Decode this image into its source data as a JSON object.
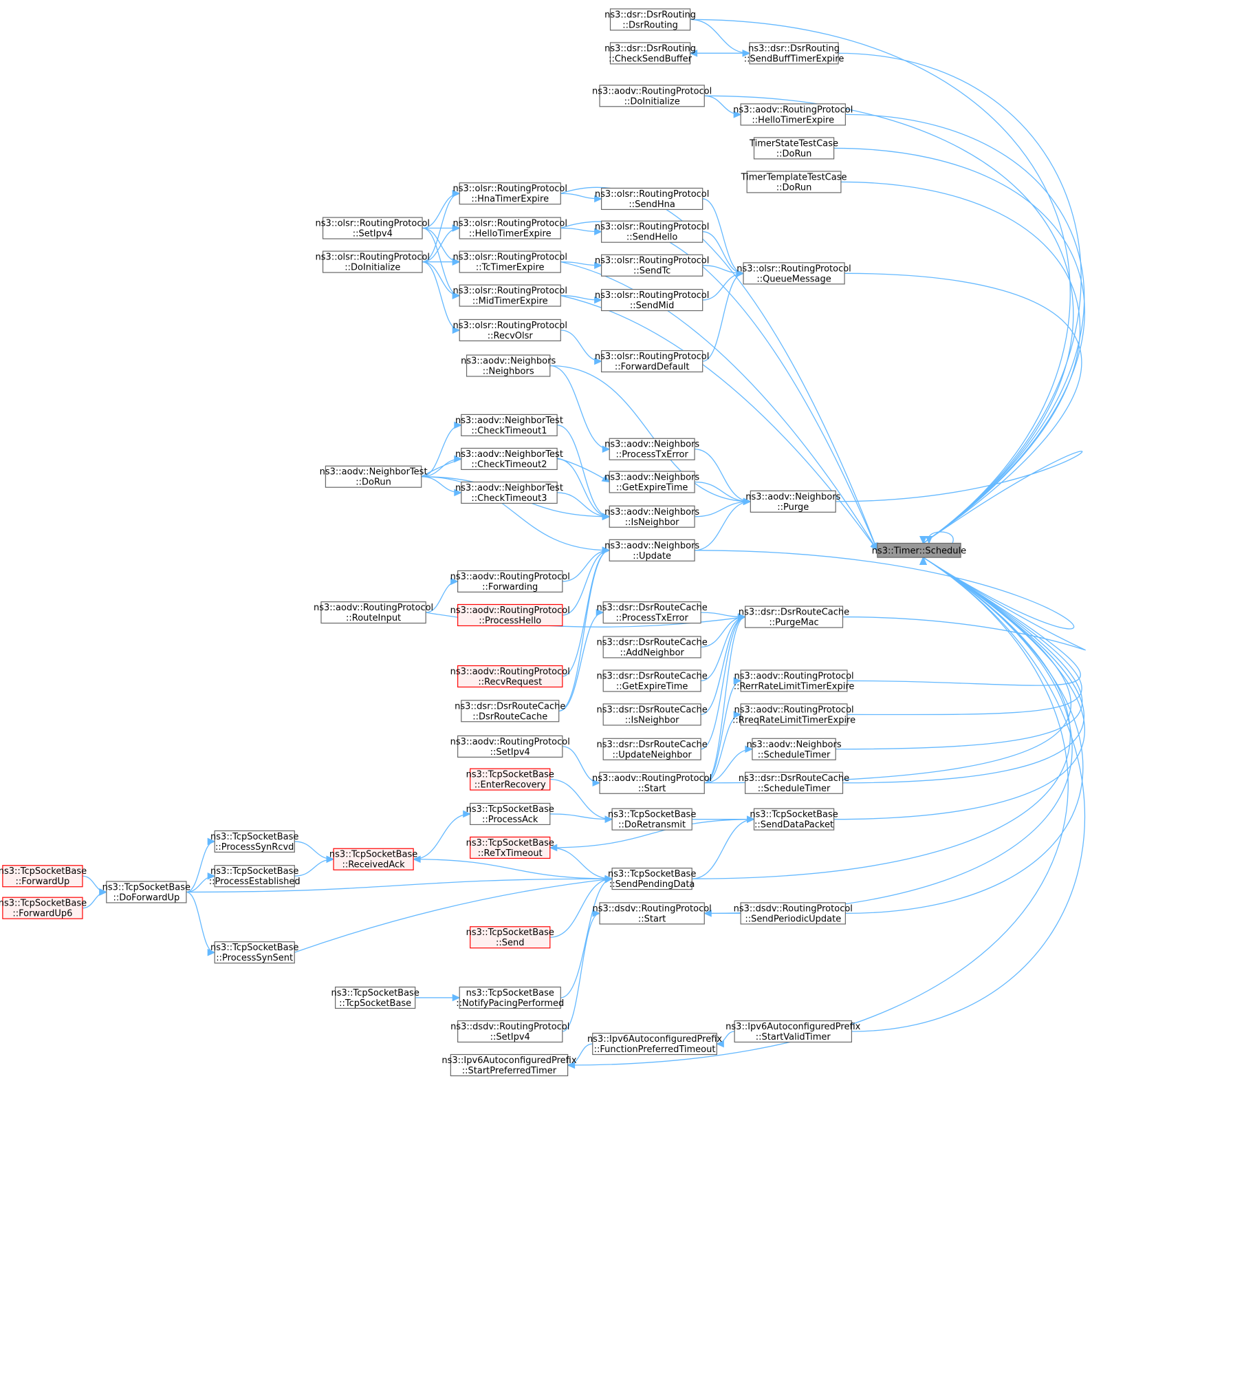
{
  "diagram": {
    "accent_color": "#63b8ff",
    "nodes": [
      {
        "id": "root",
        "lines": [
          "ns3::Timer::Schedule"
        ]
      },
      {
        "id": "dsr_ctor",
        "lines": [
          "ns3::dsr::DsrRouting",
          "::DsrRouting"
        ]
      },
      {
        "id": "dsr_checksend",
        "lines": [
          "ns3::dsr::DsrRouting",
          "::CheckSendBuffer"
        ]
      },
      {
        "id": "dsr_sendbuff",
        "lines": [
          "ns3::dsr::DsrRouting",
          "::SendBuffTimerExpire"
        ]
      },
      {
        "id": "aodv_doinit",
        "lines": [
          "ns3::aodv::RoutingProtocol",
          "::DoInitialize"
        ]
      },
      {
        "id": "aodv_hello",
        "lines": [
          "ns3::aodv::RoutingProtocol",
          "::HelloTimerExpire"
        ]
      },
      {
        "id": "timerstate",
        "lines": [
          "TimerStateTestCase",
          "::DoRun"
        ]
      },
      {
        "id": "timertemplate",
        "lines": [
          "TimerTemplateTestCase",
          "::DoRun"
        ]
      },
      {
        "id": "olsr_setipv4",
        "lines": [
          "ns3::olsr::RoutingProtocol",
          "::SetIpv4"
        ]
      },
      {
        "id": "olsr_doinit",
        "lines": [
          "ns3::olsr::RoutingProtocol",
          "::DoInitialize"
        ]
      },
      {
        "id": "olsr_hna",
        "lines": [
          "ns3::olsr::RoutingProtocol",
          "::HnaTimerExpire"
        ]
      },
      {
        "id": "olsr_hello",
        "lines": [
          "ns3::olsr::RoutingProtocol",
          "::HelloTimerExpire"
        ]
      },
      {
        "id": "olsr_tc",
        "lines": [
          "ns3::olsr::RoutingProtocol",
          "::TcTimerExpire"
        ]
      },
      {
        "id": "olsr_mid",
        "lines": [
          "ns3::olsr::RoutingProtocol",
          "::MidTimerExpire"
        ]
      },
      {
        "id": "olsr_recv",
        "lines": [
          "ns3::olsr::RoutingProtocol",
          "::RecvOlsr"
        ]
      },
      {
        "id": "olsr_sendhna",
        "lines": [
          "ns3::olsr::RoutingProtocol",
          "::SendHna"
        ]
      },
      {
        "id": "olsr_sendhello",
        "lines": [
          "ns3::olsr::RoutingProtocol",
          "::SendHello"
        ]
      },
      {
        "id": "olsr_sendtc",
        "lines": [
          "ns3::olsr::RoutingProtocol",
          "::SendTc"
        ]
      },
      {
        "id": "olsr_sendmid",
        "lines": [
          "ns3::olsr::RoutingProtocol",
          "::SendMid"
        ]
      },
      {
        "id": "olsr_fwd",
        "lines": [
          "ns3::olsr::RoutingProtocol",
          "::ForwardDefault"
        ]
      },
      {
        "id": "olsr_queue",
        "lines": [
          "ns3::olsr::RoutingProtocol",
          "::QueueMessage"
        ]
      },
      {
        "id": "nb_ctor",
        "lines": [
          "ns3::aodv::Neighbors",
          "::Neighbors"
        ]
      },
      {
        "id": "nt_ct1",
        "lines": [
          "ns3::aodv::NeighborTest",
          "::CheckTimeout1"
        ]
      },
      {
        "id": "nt_ct2",
        "lines": [
          "ns3::aodv::NeighborTest",
          "::CheckTimeout2"
        ]
      },
      {
        "id": "nt_ct3",
        "lines": [
          "ns3::aodv::NeighborTest",
          "::CheckTimeout3"
        ]
      },
      {
        "id": "nt_dorun",
        "lines": [
          "ns3::aodv::NeighborTest",
          "::DoRun"
        ]
      },
      {
        "id": "nb_ptx",
        "lines": [
          "ns3::aodv::Neighbors",
          "::ProcessTxError"
        ]
      },
      {
        "id": "nb_gexp",
        "lines": [
          "ns3::aodv::Neighbors",
          "::GetExpireTime"
        ]
      },
      {
        "id": "nb_isnb",
        "lines": [
          "ns3::aodv::Neighbors",
          "::IsNeighbor"
        ]
      },
      {
        "id": "nb_update",
        "lines": [
          "ns3::aodv::Neighbors",
          "::Update"
        ]
      },
      {
        "id": "nb_purge",
        "lines": [
          "ns3::aodv::Neighbors",
          "::Purge"
        ]
      },
      {
        "id": "aodv_fwd",
        "lines": [
          "ns3::aodv::RoutingProtocol",
          "::Forwarding"
        ]
      },
      {
        "id": "aodv_routeinput",
        "lines": [
          "ns3::aodv::RoutingProtocol",
          "::RouteInput"
        ]
      },
      {
        "id": "aodv_prochello",
        "lines": [
          "ns3::aodv::RoutingProtocol",
          "::ProcessHello"
        ],
        "style": "red"
      },
      {
        "id": "aodv_recvreq",
        "lines": [
          "ns3::aodv::RoutingProtocol",
          "::RecvRequest"
        ],
        "style": "red"
      },
      {
        "id": "drc_ctor",
        "lines": [
          "ns3::dsr::DsrRouteCache",
          "::DsrRouteCache"
        ]
      },
      {
        "id": "drc_ptx",
        "lines": [
          "ns3::dsr::DsrRouteCache",
          "::ProcessTxError"
        ]
      },
      {
        "id": "drc_addnb",
        "lines": [
          "ns3::dsr::DsrRouteCache",
          "::AddNeighbor"
        ]
      },
      {
        "id": "drc_gexp",
        "lines": [
          "ns3::dsr::DsrRouteCache",
          "::GetExpireTime"
        ]
      },
      {
        "id": "drc_isnb",
        "lines": [
          "ns3::dsr::DsrRouteCache",
          "::IsNeighbor"
        ]
      },
      {
        "id": "drc_upnb",
        "lines": [
          "ns3::dsr::DsrRouteCache",
          "::UpdateNeighbor"
        ]
      },
      {
        "id": "drc_purgemac",
        "lines": [
          "ns3::dsr::DsrRouteCache",
          "::PurgeMac"
        ]
      },
      {
        "id": "aodv_rerr",
        "lines": [
          "ns3::aodv::RoutingProtocol",
          "::RerrRateLimitTimerExpire"
        ]
      },
      {
        "id": "aodv_rreq",
        "lines": [
          "ns3::aodv::RoutingProtocol",
          "::RreqRateLimitTimerExpire"
        ]
      },
      {
        "id": "nb_sched",
        "lines": [
          "ns3::aodv::Neighbors",
          "::ScheduleTimer"
        ]
      },
      {
        "id": "drc_sched",
        "lines": [
          "ns3::dsr::DsrRouteCache",
          "::ScheduleTimer"
        ]
      },
      {
        "id": "aodv_setipv4",
        "lines": [
          "ns3::aodv::RoutingProtocol",
          "::SetIpv4"
        ]
      },
      {
        "id": "aodv_start",
        "lines": [
          "ns3::aodv::RoutingProtocol",
          "::Start"
        ]
      },
      {
        "id": "tcp_enterrec",
        "lines": [
          "ns3::TcpSocketBase",
          "::EnterRecovery"
        ],
        "style": "red"
      },
      {
        "id": "tcp_procack",
        "lines": [
          "ns3::TcpSocketBase",
          "::ProcessAck"
        ]
      },
      {
        "id": "tcp_doretx",
        "lines": [
          "ns3::TcpSocketBase",
          "::DoRetransmit"
        ]
      },
      {
        "id": "tcp_senddata",
        "lines": [
          "ns3::TcpSocketBase",
          "::SendDataPacket"
        ]
      },
      {
        "id": "tcp_retxto",
        "lines": [
          "ns3::TcpSocketBase",
          "::ReTxTimeout"
        ],
        "style": "red"
      },
      {
        "id": "tcp_sendpend",
        "lines": [
          "ns3::TcpSocketBase",
          "::SendPendingData"
        ]
      },
      {
        "id": "tcp_recvack",
        "lines": [
          "ns3::TcpSocketBase",
          "::ReceivedAck"
        ],
        "style": "red"
      },
      {
        "id": "tcp_synrcvd",
        "lines": [
          "ns3::TcpSocketBase",
          "::ProcessSynRcvd"
        ]
      },
      {
        "id": "tcp_estab",
        "lines": [
          "ns3::TcpSocketBase",
          "::ProcessEstablished"
        ]
      },
      {
        "id": "tcp_dofwdup",
        "lines": [
          "ns3::TcpSocketBase",
          "::DoForwardUp"
        ]
      },
      {
        "id": "tcp_fwdup",
        "lines": [
          "ns3::TcpSocketBase",
          "::ForwardUp"
        ],
        "style": "red"
      },
      {
        "id": "tcp_fwdup6",
        "lines": [
          "ns3::TcpSocketBase",
          "::ForwardUp6"
        ],
        "style": "red"
      },
      {
        "id": "tcp_synsent",
        "lines": [
          "ns3::TcpSocketBase",
          "::ProcessSynSent"
        ]
      },
      {
        "id": "tcp_send",
        "lines": [
          "ns3::TcpSocketBase",
          "::Send"
        ],
        "style": "red"
      },
      {
        "id": "tcp_pacing",
        "lines": [
          "ns3::TcpSocketBase",
          "::NotifyPacingPerformed"
        ]
      },
      {
        "id": "tcp_ctor",
        "lines": [
          "ns3::TcpSocketBase",
          "::TcpSocketBase"
        ]
      },
      {
        "id": "dsdv_start",
        "lines": [
          "ns3::dsdv::RoutingProtocol",
          "::Start"
        ]
      },
      {
        "id": "dsdv_periodic",
        "lines": [
          "ns3::dsdv::RoutingProtocol",
          "::SendPeriodicUpdate"
        ]
      },
      {
        "id": "dsdv_setipv4",
        "lines": [
          "ns3::dsdv::RoutingProtocol",
          "::SetIpv4"
        ]
      },
      {
        "id": "v6_fpt",
        "lines": [
          "ns3::Ipv6AutoconfiguredPrefix",
          "::FunctionPreferredTimeout"
        ]
      },
      {
        "id": "v6_spt",
        "lines": [
          "ns3::Ipv6AutoconfiguredPrefix",
          "::StartPreferredTimer"
        ]
      },
      {
        "id": "v6_svt",
        "lines": [
          "ns3::Ipv6AutoconfiguredPrefix",
          "::StartValidTimer"
        ]
      }
    ]
  }
}
